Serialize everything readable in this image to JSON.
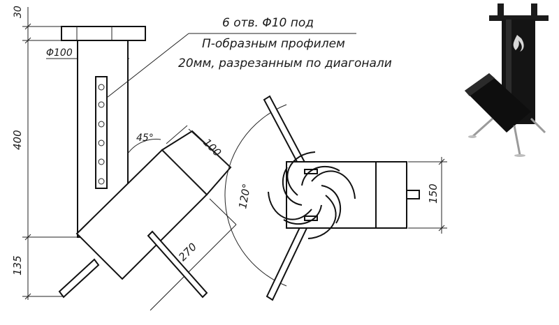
{
  "annotation": {
    "line1": "6 отв. Φ10 под",
    "line2": "П-образным профилем",
    "line3": "20мм, разрезанным по диагонали"
  },
  "dimensions": {
    "top_height": "30",
    "diameter": "Φ100",
    "pipe_height": "400",
    "angle": "45°",
    "box_width": "100",
    "box_length": "270",
    "leg_height": "135",
    "leg_angle": "120°",
    "box_height": "150"
  },
  "photo": {
    "description_icon": "stove-photo",
    "brand_mark": "flame-logo"
  }
}
